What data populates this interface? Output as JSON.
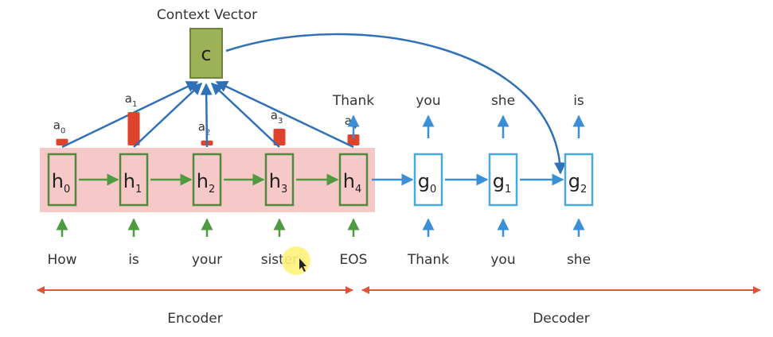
{
  "title": "Context Vector",
  "context_label": "c",
  "encoder": {
    "states": [
      {
        "base": "h",
        "sub": "0"
      },
      {
        "base": "h",
        "sub": "1"
      },
      {
        "base": "h",
        "sub": "2"
      },
      {
        "base": "h",
        "sub": "3"
      },
      {
        "base": "h",
        "sub": "4"
      }
    ],
    "attention": [
      {
        "base": "a",
        "sub": "0",
        "level": 0.2
      },
      {
        "base": "a",
        "sub": "1",
        "level": 1.0
      },
      {
        "base": "a",
        "sub": "2",
        "level": 0.15
      },
      {
        "base": "a",
        "sub": "3",
        "level": 0.5
      },
      {
        "base": "a",
        "sub": "4",
        "level": 0.33
      }
    ],
    "inputs": [
      "How",
      "is",
      "your",
      "sister",
      "EOS"
    ],
    "label": "Encoder"
  },
  "decoder": {
    "states": [
      {
        "base": "g",
        "sub": "0"
      },
      {
        "base": "g",
        "sub": "1"
      },
      {
        "base": "g",
        "sub": "2"
      }
    ],
    "inputs": [
      "Thank",
      "you",
      "she"
    ],
    "outputs": [
      "Thank",
      "you",
      "she",
      "is"
    ],
    "label": "Decoder"
  },
  "colors": {
    "encoder_bg": "#f6c8c8",
    "encoder_box": "#4f8a3c",
    "green_arrow": "#4f9a3f",
    "attention_bar": "#e0432b",
    "context_fill": "#9db157",
    "context_stroke": "#6f8240",
    "decoder_box": "#49a8dc",
    "blue_arrow": "#3b8fd6",
    "curve_arrow": "#2f70b8",
    "span_arrow": "#e0533b"
  }
}
